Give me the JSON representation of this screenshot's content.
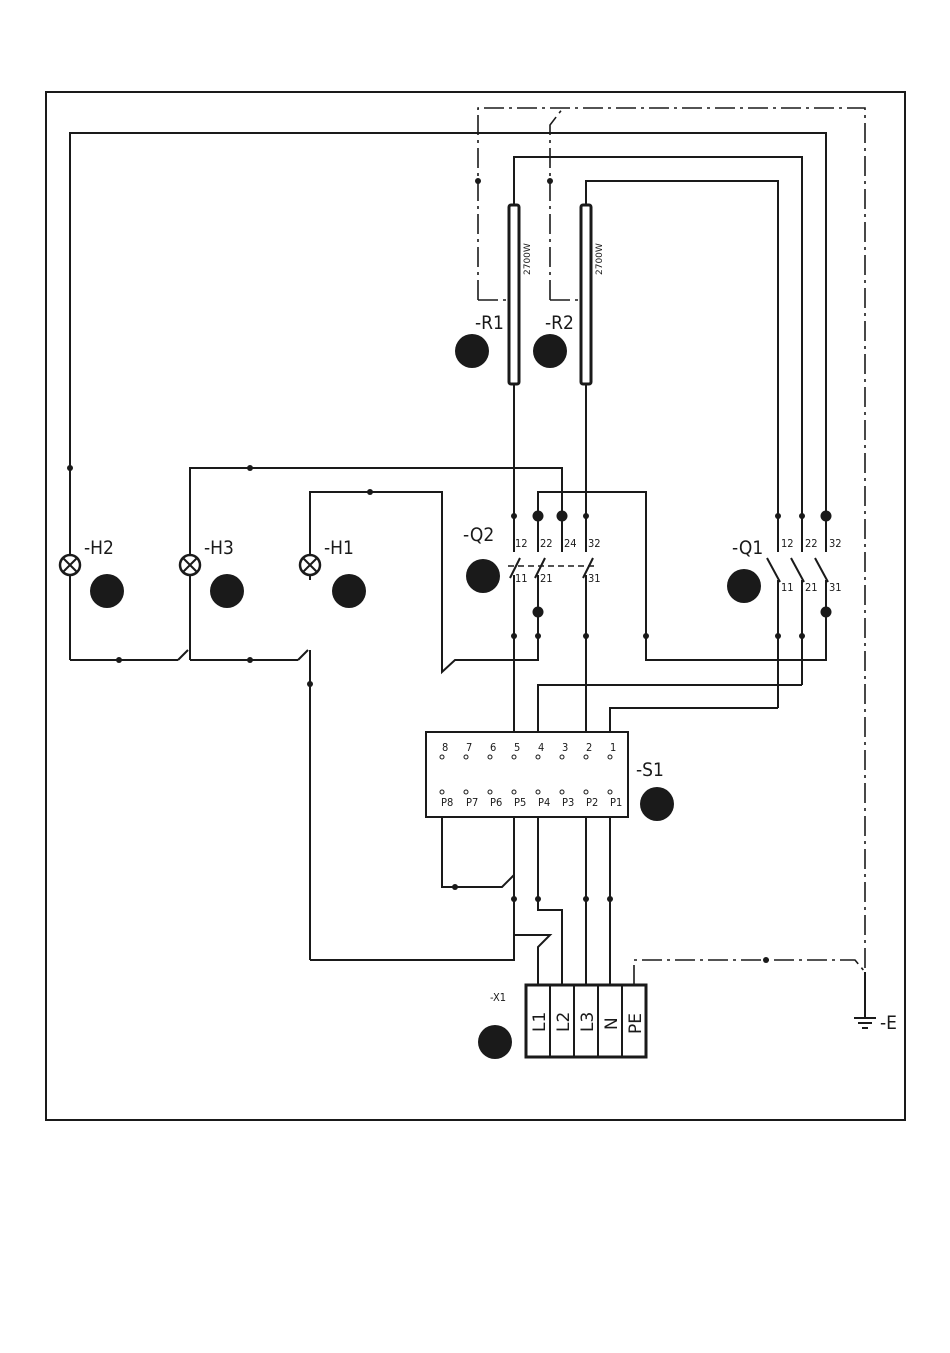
{
  "components": {
    "r1": {
      "label": "-R1",
      "power": "2700W"
    },
    "r2": {
      "label": "-R2",
      "power": "2700W"
    },
    "h1": {
      "label": "-H1"
    },
    "h2": {
      "label": "-H2"
    },
    "h3": {
      "label": "-H3"
    },
    "q1": {
      "label": "-Q1",
      "pins_top": [
        "12",
        "22",
        "32"
      ],
      "pins_bottom": [
        "11",
        "21",
        "31"
      ]
    },
    "q2": {
      "label": "-Q2",
      "pins_top": [
        "12",
        "22",
        "24",
        "32"
      ],
      "pins_bottom": [
        "11",
        "21",
        "31"
      ]
    },
    "s1": {
      "label": "-S1",
      "pins_top": [
        "8",
        "7",
        "6",
        "5",
        "4",
        "3",
        "2",
        "1"
      ],
      "pins_bottom": [
        "P8",
        "P7",
        "P6",
        "P5",
        "P4",
        "P3",
        "P2",
        "P1"
      ]
    },
    "x1": {
      "label": "-X1",
      "terminals": [
        "L1",
        "L2",
        "L3",
        "N",
        "PE"
      ]
    },
    "e": {
      "label": "-E"
    }
  }
}
